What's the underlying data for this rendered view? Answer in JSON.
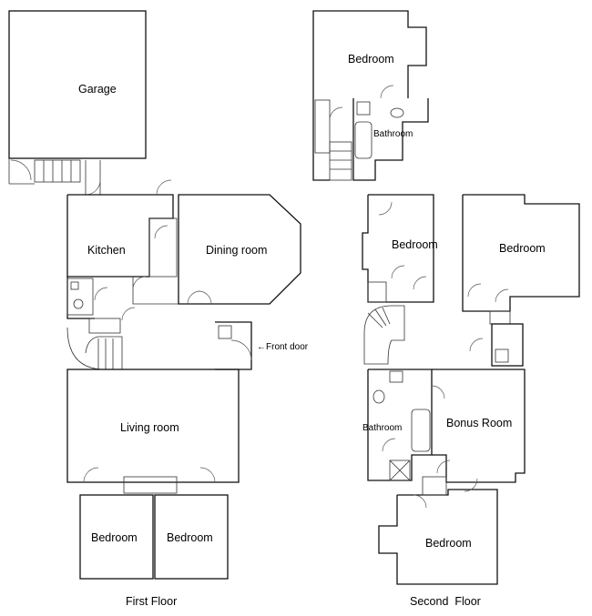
{
  "first_floor": {
    "caption": "First Floor",
    "rooms": {
      "garage": "Garage",
      "kitchen": "Kitchen",
      "dining": "Dining room",
      "living": "Living room",
      "bedroom_left": "Bedroom",
      "bedroom_right": "Bedroom"
    },
    "front_door": "←Front door"
  },
  "second_floor": {
    "caption": "Second  Floor",
    "rooms": {
      "bedroom_top": "Bedroom",
      "bathroom_top": "Bathroom",
      "bedroom_mid_left": "Bedroom",
      "bedroom_mid_right": "Bedroom",
      "bathroom_bottom": "Bathroom",
      "bonus": "Bonus Room",
      "bedroom_bottom": "Bedroom"
    }
  }
}
